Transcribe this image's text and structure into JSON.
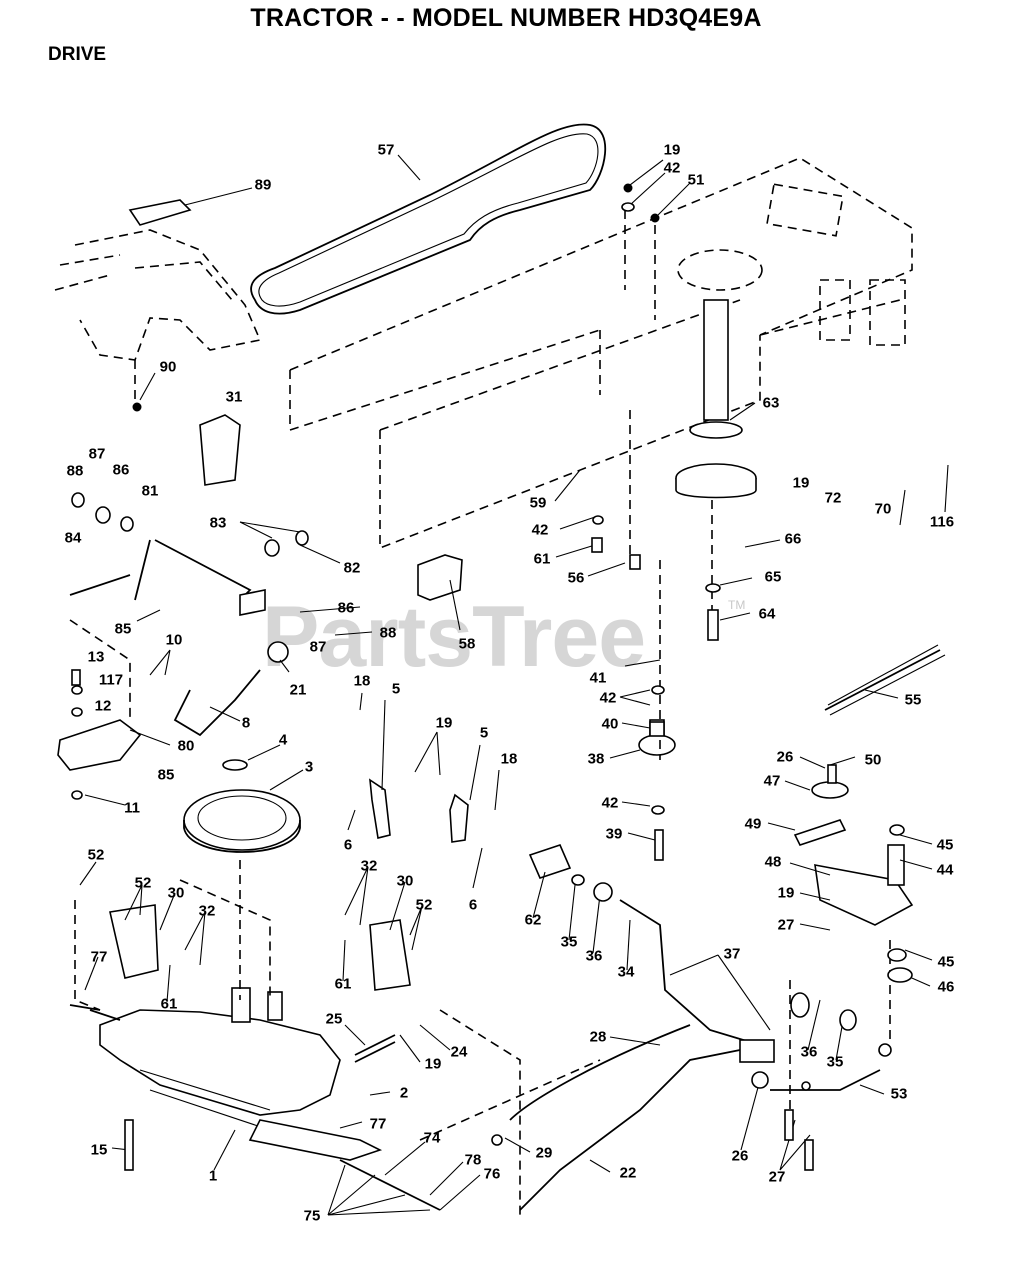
{
  "header": {
    "title": "TRACTOR - - MODEL NUMBER HD3Q4E9A",
    "section": "DRIVE"
  },
  "watermark": {
    "text": "PartsTree",
    "tm": "TM"
  },
  "callouts": {
    "c57": "57",
    "c89": "89",
    "c19a": "19",
    "c42a": "42",
    "c51": "51",
    "c90": "90",
    "c31": "31",
    "c63": "63",
    "c19b": "19",
    "c72": "72",
    "c70": "70",
    "c116": "116",
    "c88a": "88",
    "c87a": "87",
    "c86a": "86",
    "c81": "81",
    "c83": "83",
    "c82": "82",
    "c59": "59",
    "c42b": "42",
    "c61a": "61",
    "c56": "56",
    "c66": "66",
    "c65": "65",
    "c64": "64",
    "c84": "84",
    "c85a": "85",
    "c86b": "86",
    "c88b": "88",
    "c87b": "87",
    "c58": "58",
    "c10": "10",
    "c13": "13",
    "c117": "117",
    "c12": "12",
    "c21": "21",
    "c8": "8",
    "c80": "80",
    "c85b": "85",
    "c11": "11",
    "c4": "4",
    "c3": "3",
    "c18a": "18",
    "c5a": "5",
    "c19c": "19",
    "c5b": "5",
    "c18b": "18",
    "c6a": "6",
    "c6b": "6",
    "c41": "41",
    "c42c": "42",
    "c40": "40",
    "c38": "38",
    "c42d": "42",
    "c39": "39",
    "c55": "55",
    "c26a": "26",
    "c50": "50",
    "c47": "47",
    "c49": "49",
    "c45a": "45",
    "c44": "44",
    "c48": "48",
    "c19d": "19",
    "c27a": "27",
    "c52a": "52",
    "c52b": "52",
    "c30a": "30",
    "c32a": "32",
    "c32b": "32",
    "c30b": "30",
    "c52c": "52",
    "c77a": "77",
    "c61b": "61",
    "c61c": "61",
    "c62": "62",
    "c35a": "35",
    "c36a": "36",
    "c34": "34",
    "c37": "37",
    "c45b": "45",
    "c46": "46",
    "c25": "25",
    "c24": "24",
    "c19e": "19",
    "c2": "2",
    "c28": "28",
    "c36b": "36",
    "c35b": "35",
    "c53": "53",
    "c77b": "77",
    "c15": "15",
    "c1": "1",
    "c74": "74",
    "c78": "78",
    "c76": "76",
    "c29": "29",
    "c22": "22",
    "c26b": "26",
    "c27b": "27",
    "c75": "75"
  }
}
